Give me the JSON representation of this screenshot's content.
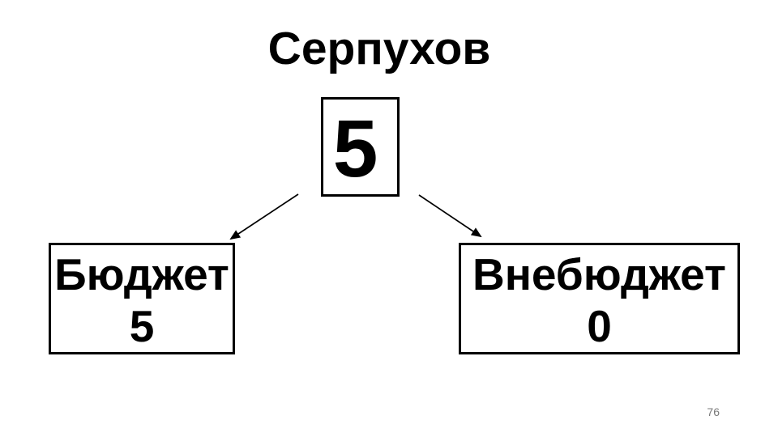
{
  "slide": {
    "title": "Серпухов",
    "root": {
      "value": "5"
    },
    "children": [
      {
        "label": "Бюджет",
        "value": "5"
      },
      {
        "label": "Внебюджет",
        "value": "0"
      }
    ],
    "page_number": "76"
  },
  "colors": {
    "background": "#ffffff",
    "text": "#000000",
    "box_border": "#000000",
    "arrow": "#000000",
    "page_number": "#7a7a7a"
  }
}
